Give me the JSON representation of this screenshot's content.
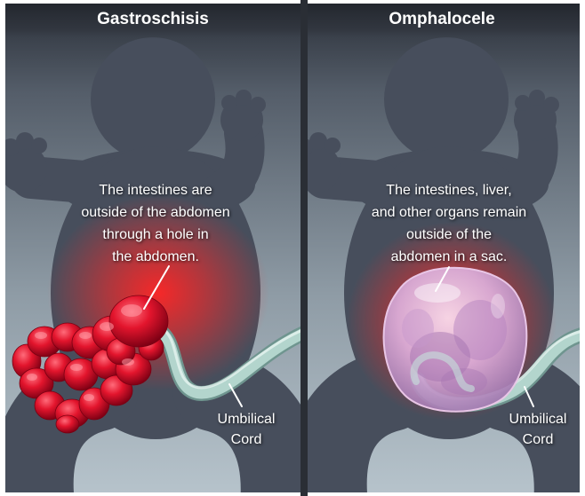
{
  "panels": [
    {
      "title": "Gastroschisis",
      "caption_lines": [
        "The intestines are",
        "outside of the abdomen",
        "through a hole in",
        "the abdomen."
      ],
      "cord_label_lines": [
        "Umbilical",
        "Cord"
      ]
    },
    {
      "title": "Omphalocele",
      "caption_lines": [
        "The intestines, liver,",
        "and other organs remain",
        "outside of the",
        "abdomen in a sac."
      ],
      "cord_label_lines": [
        "Umbilical",
        "Cord"
      ]
    }
  ],
  "colors": {
    "bg-top": "#2b3039",
    "bg-bottom": "#b6c3cb",
    "silhouette": "#474e5c",
    "glow": "#ff2626",
    "intestines": "#e3152d",
    "sac": "#dcb0dc",
    "cord": "#b3d5cd",
    "text": "#ffffff",
    "divider": "#2a2e35"
  }
}
